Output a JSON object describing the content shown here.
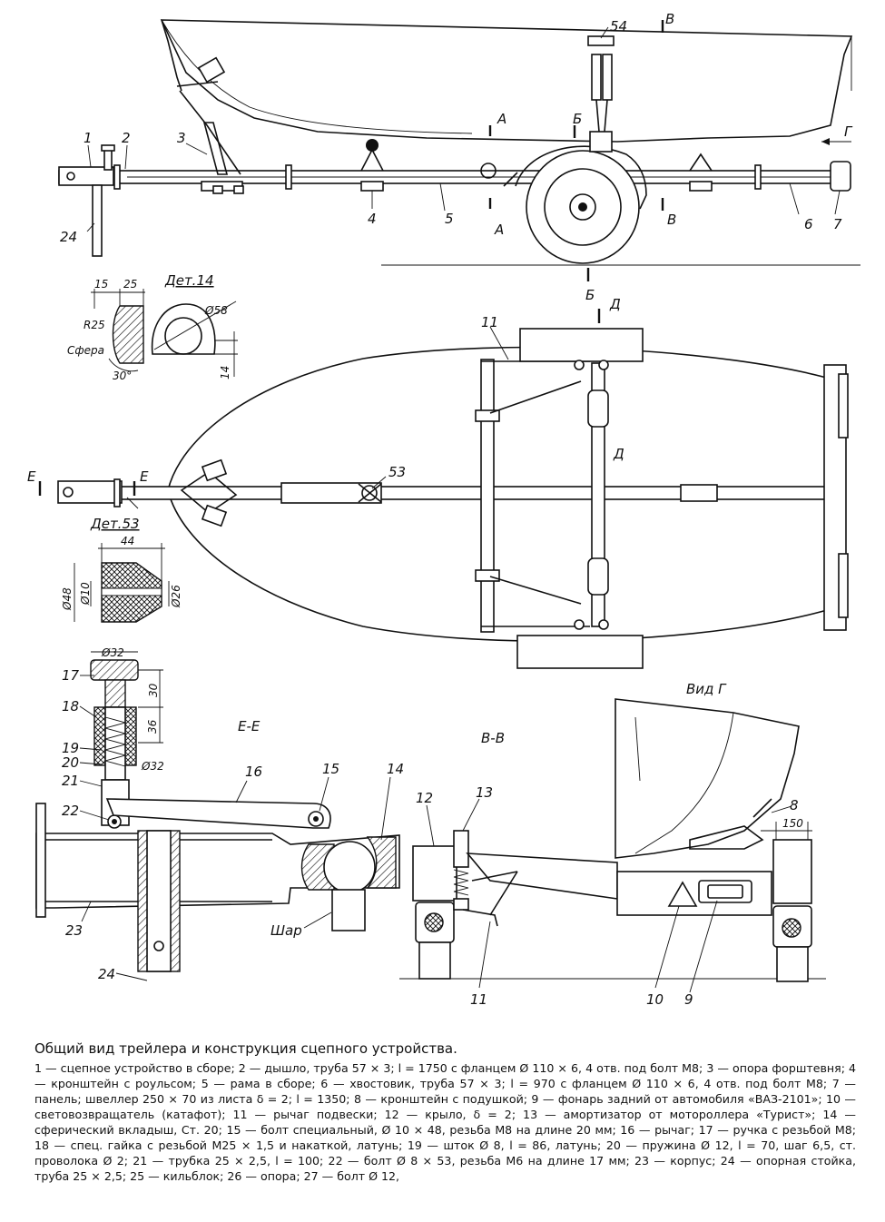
{
  "labels": {
    "part_1": "1",
    "part_2": "2",
    "part_3": "3",
    "part_4": "4",
    "part_5": "5",
    "part_6": "6",
    "part_7": "7",
    "part_8": "8",
    "part_9": "9",
    "part_10": "10",
    "part_11": "11",
    "part_12": "12",
    "part_13": "13",
    "part_14": "14",
    "part_15": "15",
    "part_16": "16",
    "part_17": "17",
    "part_18": "18",
    "part_19": "19",
    "part_20": "20",
    "part_21": "21",
    "part_22": "22",
    "part_23": "23",
    "part_24": "24",
    "part_53": "53",
    "part_54": "54"
  },
  "sections": {
    "a": "А",
    "b": "Б",
    "v": "В",
    "g": "Г",
    "d": "Д",
    "e": "Е",
    "ee_title": "Е-Е",
    "vv_title": "В-В",
    "view_g": "Вид Г",
    "det14": "Дет.14",
    "det53": "Дет.53",
    "sphere": "Сфера",
    "ball": "Шар"
  },
  "dimensions": {
    "d15": "15",
    "d25": "25",
    "r25": "R25",
    "deg30": "30°",
    "dia58": "Ø58",
    "d14": "14",
    "d44": "44",
    "dia48": "Ø48",
    "dia10": "Ø10",
    "dia26": "Ø26",
    "dia32_top": "Ø32",
    "d30": "30",
    "d36": "36",
    "dia32_side": "Ø32",
    "d150": "150"
  },
  "caption": {
    "title": "Общий вид трейлера и конструкция сцепного устройства.",
    "text": "1 — сцепное устройство в сборе; 2 — дышло, труба 57 × 3; l = 1750 с фланцем Ø 110 × 6, 4 отв. под болт М8; 3 — опора форштевня; 4 — кронштейн с роульсом; 5 — рама в сборе; 6 — хвостовик, труба 57 × 3; l = 970 с фланцем Ø 110 × 6, 4 отв. под болт М8; 7 — панель; швеллер 250 × 70 из листа δ = 2; l = 1350; 8 — кронштейн с подушкой; 9 — фонарь задний от автомобиля «ВАЗ-2101»; 10 — световозвращатель (катафот); 11 — рычаг подвески; 12 — крыло, δ = 2; 13 — амортизатор от мотороллера «Турист»; 14 — сферический вкладыш, Ст. 20; 15 — болт специальный, Ø 10 × 48, резьба М8 на длине 20 мм; 16 — рычаг; 17 — ручка с резьбой М8; 18 — спец. гайка с резьбой М25 × 1,5 и накаткой, латунь; 19 — шток Ø 8, l = 86, латунь; 20 — пружина Ø 12, l = 70, шаг 6,5, ст. проволока Ø 2; 21 — трубка 25 × 2,5, l = 100; 22 — болт Ø 8 × 53, резьба М6 на длине 17 мм; 23 — корпус; 24 — опорная стойка, труба 25 × 2,5; 25 — кильблок; 26 — опора; 27 — болт Ø 12,"
  }
}
